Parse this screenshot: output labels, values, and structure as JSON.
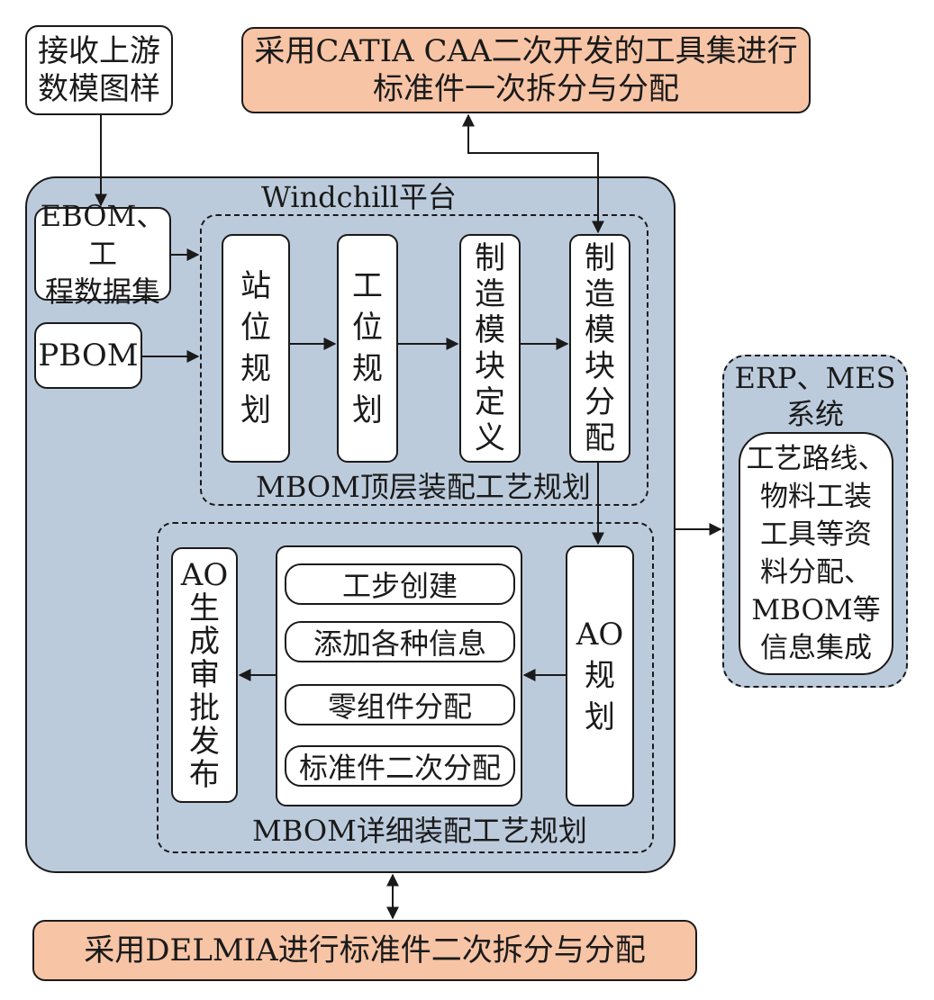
{
  "top_left": {
    "input": "接收上游\n数模图样"
  },
  "top_right": {
    "catia": "采用CATIA CAA二次开发的工具集进行\n标准件一次拆分与分配"
  },
  "platform": {
    "title": "Windchill平台",
    "ebom": "EBOM、工\n程数据集",
    "pbom": "PBOM",
    "top_group": {
      "label": "MBOM顶层装配工艺规划",
      "steps": [
        "站\n位\n规\n划",
        "工\n位\n规\n划",
        "制\n造\n模\n块\n定\n义",
        "制\n造\n模\n块\n分\n配"
      ]
    },
    "detail_group": {
      "label": "MBOM详细装配工艺规划",
      "ao_plan": "AO\n规\n划",
      "tasks": [
        "工步创建",
        "添加各种信息",
        "零组件分配",
        "标准件二次分配"
      ],
      "ao_release": "AO\n生\n成\n审\n批\n发\n布"
    }
  },
  "erp": {
    "title": "ERP、MES\n系统",
    "content": "工艺路线、\n物料工装\n工具等资\n料分配、\nMBOM等\n信息集成"
  },
  "bottom": {
    "delmia": "采用DELMIA进行标准件二次拆分与分配"
  }
}
